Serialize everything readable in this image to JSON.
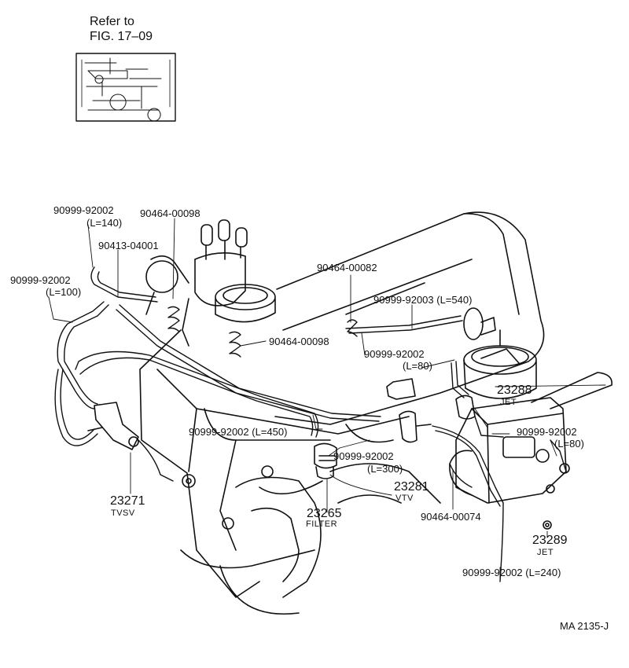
{
  "reference": {
    "line1": "Refer to",
    "line2": "FIG. 17–09"
  },
  "labels": {
    "hose_140": "90999-92002",
    "hose_140_len": "(L=140)",
    "clip_98_top": "90464-00098",
    "clip_04001": "90413-04001",
    "hose_100": "90999-92002",
    "hose_100_len": "(L=100)",
    "clip_82": "90464-00082",
    "hose_540": "90999-92003 (L=540)",
    "clip_98_mid": "90464-00098",
    "hose_80_top": "90999-92002",
    "hose_80_top_len": "(L=80)",
    "jet_23288": "23288",
    "jet_23288_sub": "JET",
    "hose_450": "90999-92002 (L=450)",
    "hose_80_right": "90999-92002",
    "hose_80_right_len": "(L=80)",
    "hose_300": "90999-92002",
    "hose_300_len": "(L=300)",
    "vtv_23281": "23281",
    "vtv_23281_sub": "VTV",
    "tvsv_23271": "23271",
    "tvsv_23271_sub": "TVSV",
    "filter_23265": "23265",
    "filter_23265_sub": "FILTER",
    "clip_74": "90464-00074",
    "jet_23289": "23289",
    "jet_23289_sub": "JET",
    "hose_240": "90999-92002 (L=240)"
  },
  "figure_code": "MA 2135-J"
}
